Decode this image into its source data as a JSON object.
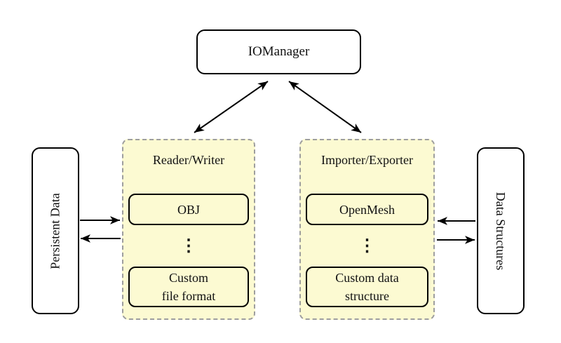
{
  "nodes": {
    "iomanager": {
      "label": "IOManager"
    },
    "persistent_data": {
      "label": "Persistent Data"
    },
    "data_structures": {
      "label": "Data Structures"
    }
  },
  "groups": {
    "reader_writer": {
      "title": "Reader/Writer",
      "ellipsis": "⋮",
      "items": [
        {
          "lines": [
            "OBJ"
          ]
        },
        {
          "lines": [
            "Custom",
            "file format"
          ]
        }
      ]
    },
    "importer_exporter": {
      "title": "Importer/Exporter",
      "ellipsis": "⋮",
      "items": [
        {
          "lines": [
            "OpenMesh"
          ]
        },
        {
          "lines": [
            "Custom data",
            "structure"
          ]
        }
      ]
    }
  },
  "connections": [
    {
      "from": "iomanager",
      "to": "reader_writer",
      "bidirectional": true
    },
    {
      "from": "iomanager",
      "to": "importer_exporter",
      "bidirectional": true
    },
    {
      "from": "persistent_data",
      "to": "reader_writer",
      "bidirectional": false
    },
    {
      "from": "reader_writer",
      "to": "persistent_data",
      "bidirectional": false
    },
    {
      "from": "data_structures",
      "to": "importer_exporter",
      "bidirectional": false
    },
    {
      "from": "importer_exporter",
      "to": "data_structures",
      "bidirectional": false
    }
  ],
  "colors": {
    "group_fill": "#FCFAD2",
    "group_border": "#9E9E9E",
    "node_fill": "#FFFFFF",
    "stroke": "#000000",
    "background": "#FFFFFF"
  }
}
